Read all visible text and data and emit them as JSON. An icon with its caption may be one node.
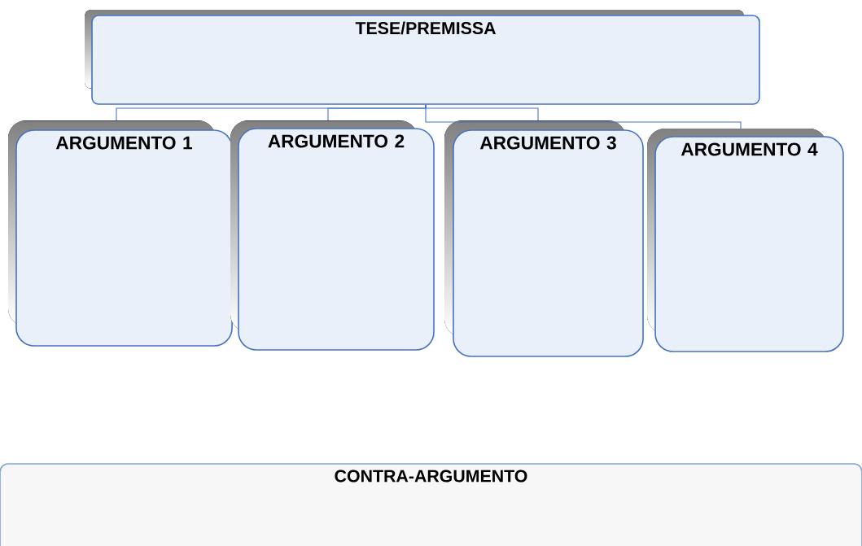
{
  "diagram": {
    "nodes": [
      {
        "text": [
          "TESE/PREMISSA"
        ]
      },
      {
        "text": [
          "ARGUMENTO 1"
        ]
      },
      {
        "text": [
          "ARGUMENTO 2"
        ]
      },
      {
        "text": [
          "ARGUMENTO 3"
        ]
      },
      {
        "text": [
          "ARGUMENTO 4"
        ]
      },
      {
        "text": [
          "CONTRA-ARGUMENTO"
        ]
      }
    ],
    "edges": [
      {
        "from": 0,
        "to": 1,
        "arrow": "none"
      },
      {
        "from": 0,
        "to": 2,
        "arrow": "none"
      },
      {
        "from": 0,
        "to": 3,
        "arrow": "none"
      },
      {
        "from": 0,
        "to": 4,
        "arrow": "none"
      }
    ]
  }
}
